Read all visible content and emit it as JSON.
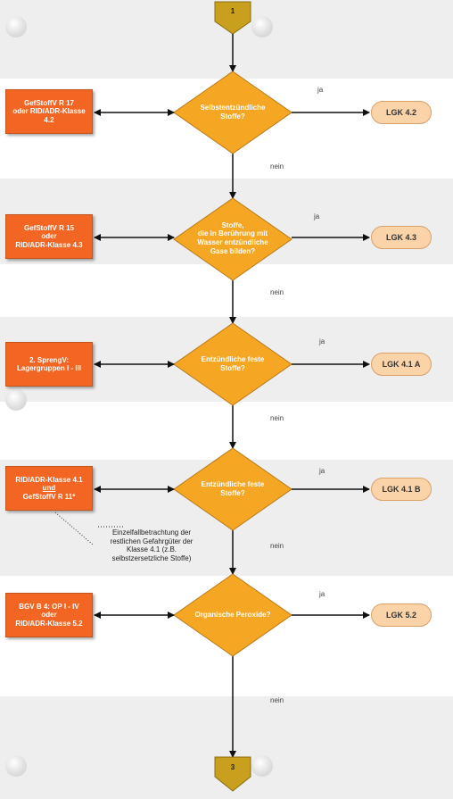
{
  "connectors": {
    "top": "1",
    "bottom": "3"
  },
  "decisions": [
    {
      "lines": [
        "Selbstentzündliche",
        "Stoffe?"
      ]
    },
    {
      "lines": [
        "Stoffe,",
        "die in Berührung mit",
        "Wasser entzündliche",
        "Gase bilden?"
      ]
    },
    {
      "lines": [
        "Entzündliche feste",
        "Stoffe?"
      ]
    },
    {
      "lines": [
        "Entzündliche feste",
        "Stoffe?"
      ]
    },
    {
      "lines": [
        "Organische Peroxide?"
      ]
    }
  ],
  "sources": [
    {
      "lines": [
        "GefStoffV R 17",
        "oder RID/ADR-Klasse",
        "4.2"
      ]
    },
    {
      "lines": [
        "GefStoffV R 15",
        "oder",
        "RID/ADR-Klasse 4.3"
      ]
    },
    {
      "lines": [
        "2. SprengV:",
        "Lagergruppen I - III"
      ]
    },
    {
      "lines": [
        "RID/ADR-Klasse 4.1",
        "und",
        "GefStoffV R 11*"
      ]
    },
    {
      "lines": [
        "BGV B 4: OP I - IV",
        "oder",
        "RID/ADR-Klasse 5.2"
      ]
    }
  ],
  "results": [
    "LGK 4.2",
    "LGK 4.3",
    "LGK 4.1 A",
    "LGK 4.1 B",
    "LGK 5.2"
  ],
  "labels": {
    "yes": "ja",
    "no": "nein"
  },
  "note": {
    "lines": [
      "Einzelfallbetrachtung der",
      "restlichen Gefahrgüter der",
      "Klasse 4.1 (z.B.",
      "selbstzersetzliche Stoffe)"
    ]
  },
  "colors": {
    "source": "#f26522",
    "decision": "#f5a623",
    "result": "#fbd3a8",
    "connector": "#c8a01e"
  }
}
